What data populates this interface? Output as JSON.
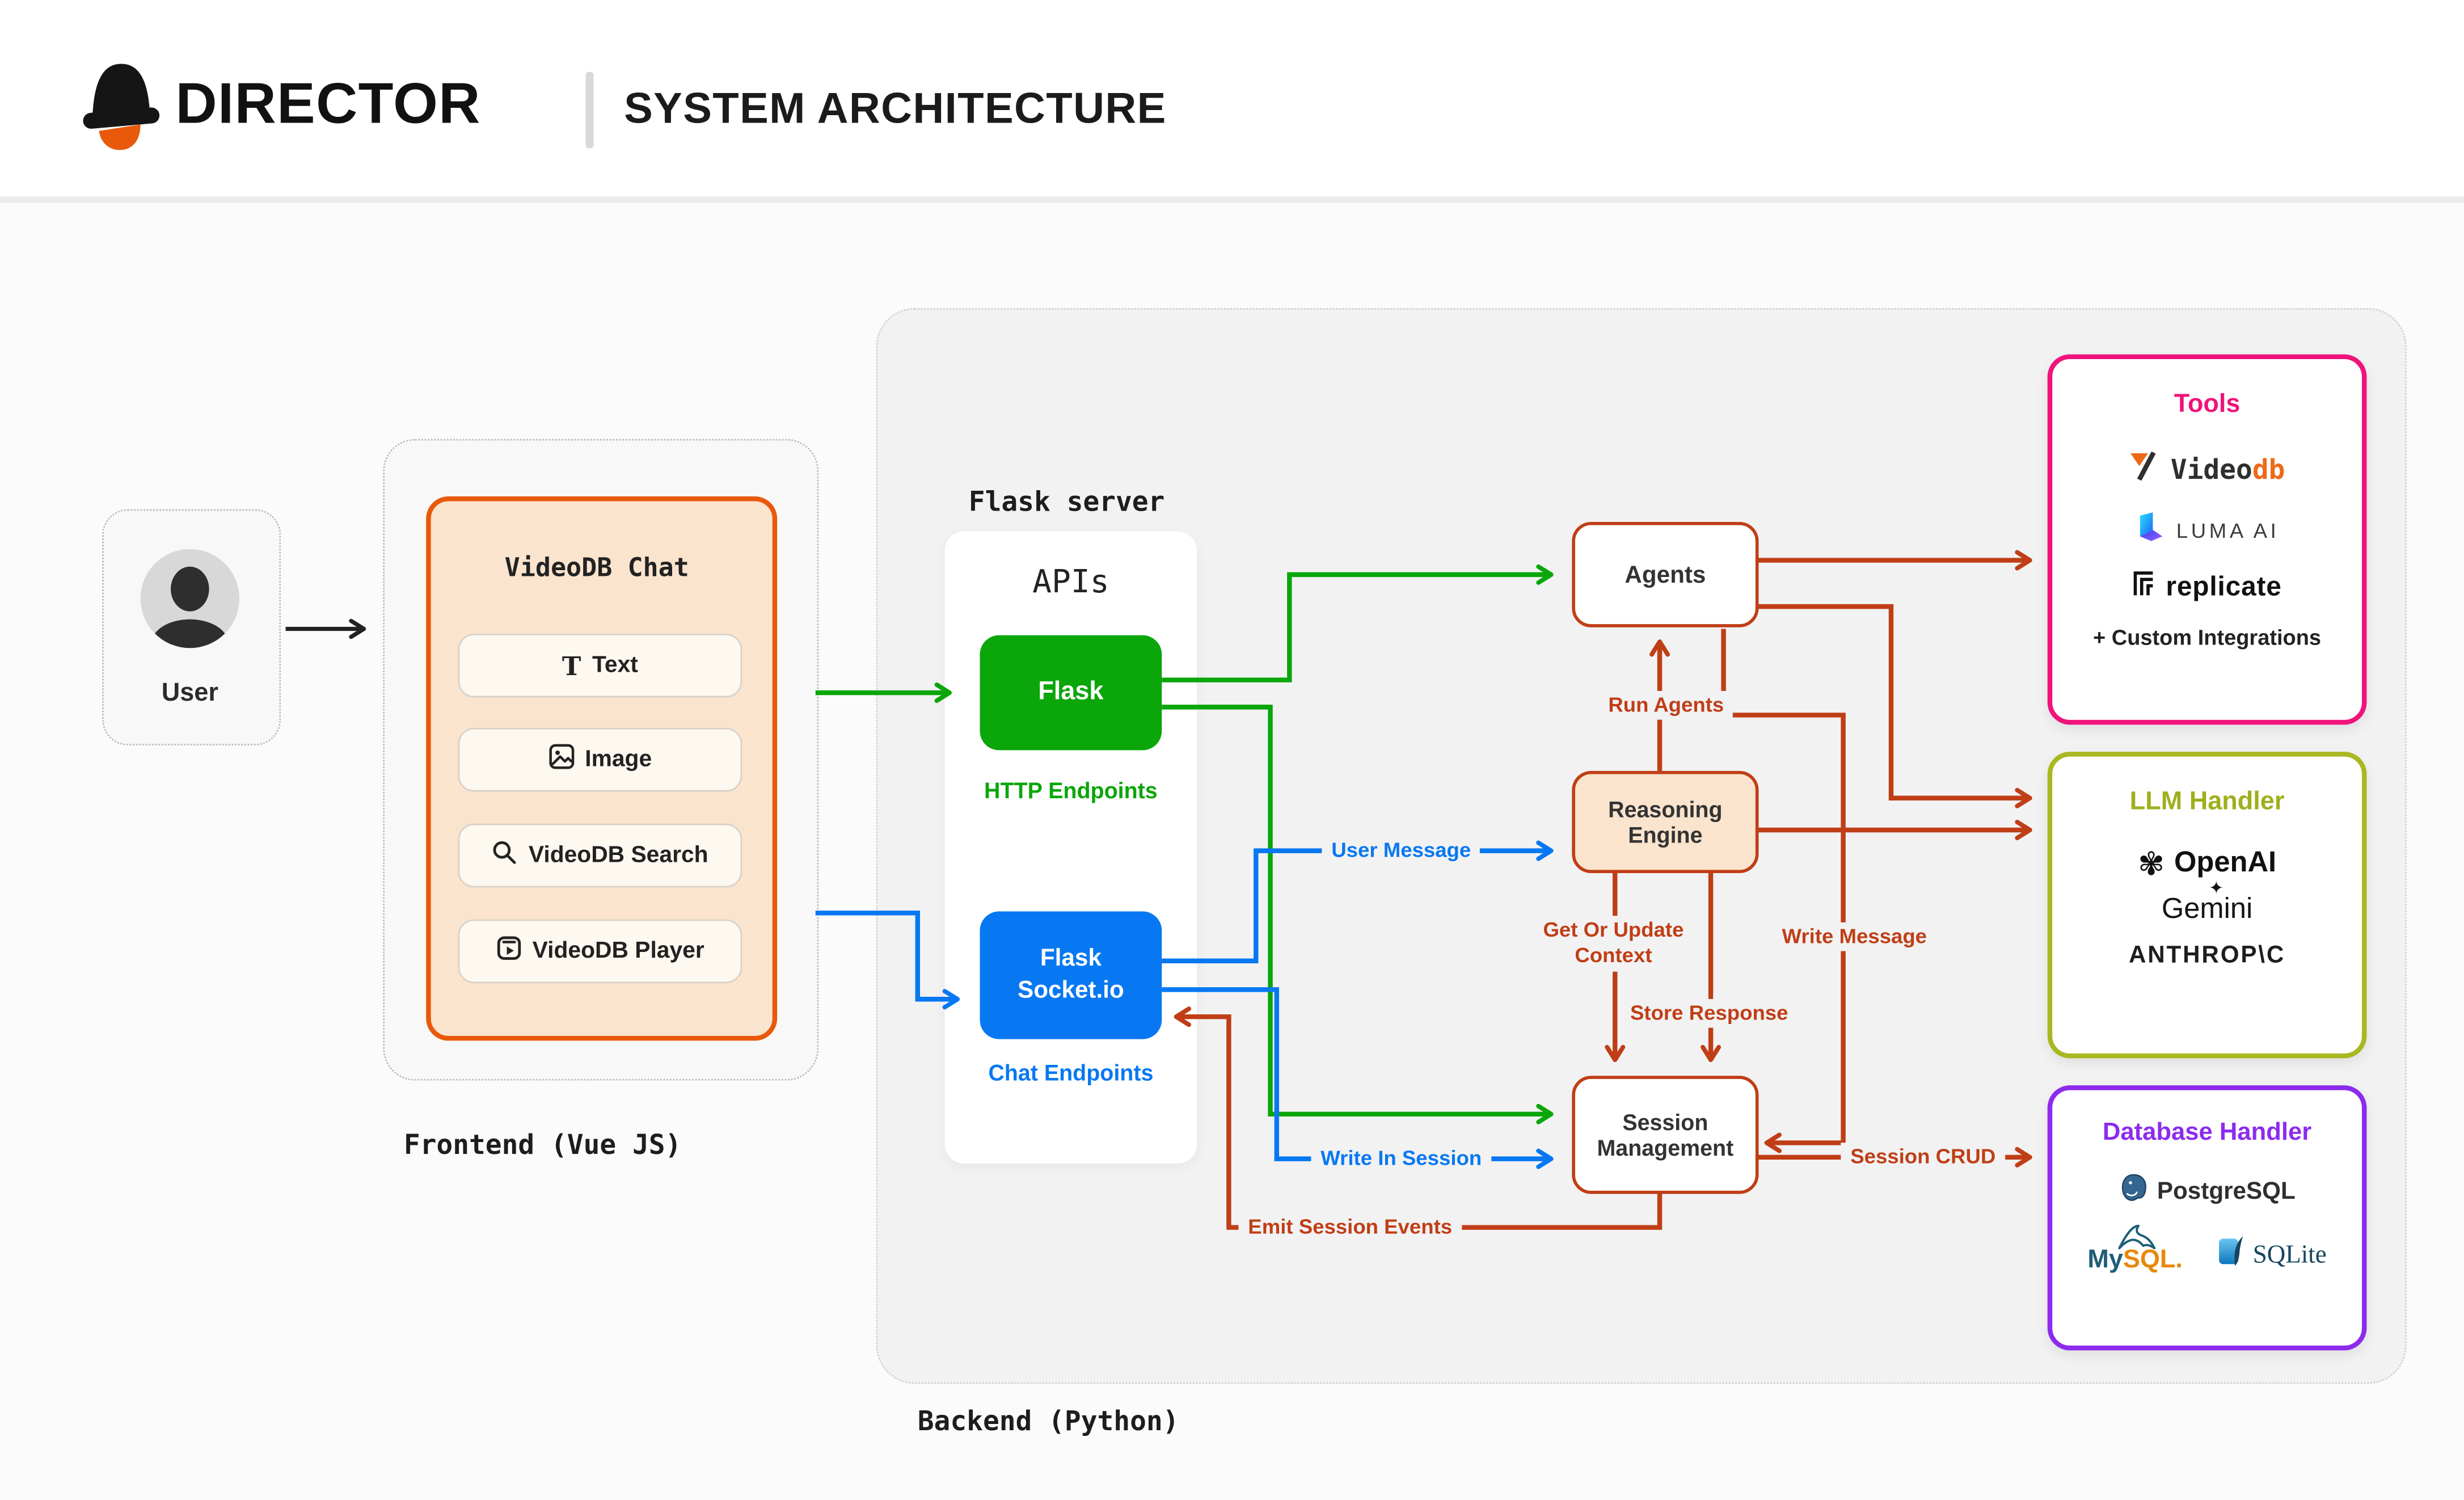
{
  "header": {
    "brand": "DIRECTOR",
    "title": "SYSTEM ARCHITECTURE"
  },
  "user": {
    "label": "User"
  },
  "frontend": {
    "chat_title": "VideoDB Chat",
    "buttons": [
      {
        "label": "Text",
        "icon": "text-icon"
      },
      {
        "label": "Image",
        "icon": "image-icon"
      },
      {
        "label": "VideoDB Search",
        "icon": "search-icon"
      },
      {
        "label": "VideoDB Player",
        "icon": "player-icon"
      }
    ],
    "caption": "Frontend (Vue JS)"
  },
  "backend": {
    "caption": "Backend (Python)",
    "flask_server_label": "Flask server",
    "apis_label": "APIs",
    "flask_label": "Flask",
    "http_endpoints_label": "HTTP Endpoints",
    "socketio_line1": "Flask",
    "socketio_line2": "Socket.io",
    "chat_endpoints_label": "Chat Endpoints",
    "agents_label": "Agents",
    "reasoning_engine_label": "Reasoning Engine",
    "session_management_label": "Session Management"
  },
  "edge_labels": {
    "run_agents": "Run Agents",
    "user_message": "User Message",
    "write_in_session": "Write In Session",
    "get_or_update_context": "Get Or Update Context",
    "store_response": "Store Response",
    "write_message": "Write Message",
    "session_crud": "Session CRUD",
    "emit_session_events": "Emit Session Events"
  },
  "tools_panel": {
    "title": "Tools",
    "videodb_word1": "Video",
    "videodb_word2": "db",
    "luma_label": "LUMA AI",
    "replicate_label": "replicate",
    "custom_label": "+ Custom Integrations"
  },
  "llm_panel": {
    "title": "LLM Handler",
    "openai_label": "OpenAI",
    "gemini_label": "Gemini",
    "anthropic_label": "ANTHROP\\C"
  },
  "db_panel": {
    "title": "Database Handler",
    "postgresql_label": "PostgreSQL",
    "mysql_word1": "My",
    "mysql_word2": "SQL",
    "sqlite_label": "SQLite"
  },
  "colors": {
    "accent_orange": "#E8590C",
    "green": "#0AA60A",
    "blue": "#0878F2",
    "brick": "#C03E16",
    "pink": "#F0137C",
    "olive": "#A9B821",
    "purple": "#8C2BEE",
    "black": "#222222"
  }
}
